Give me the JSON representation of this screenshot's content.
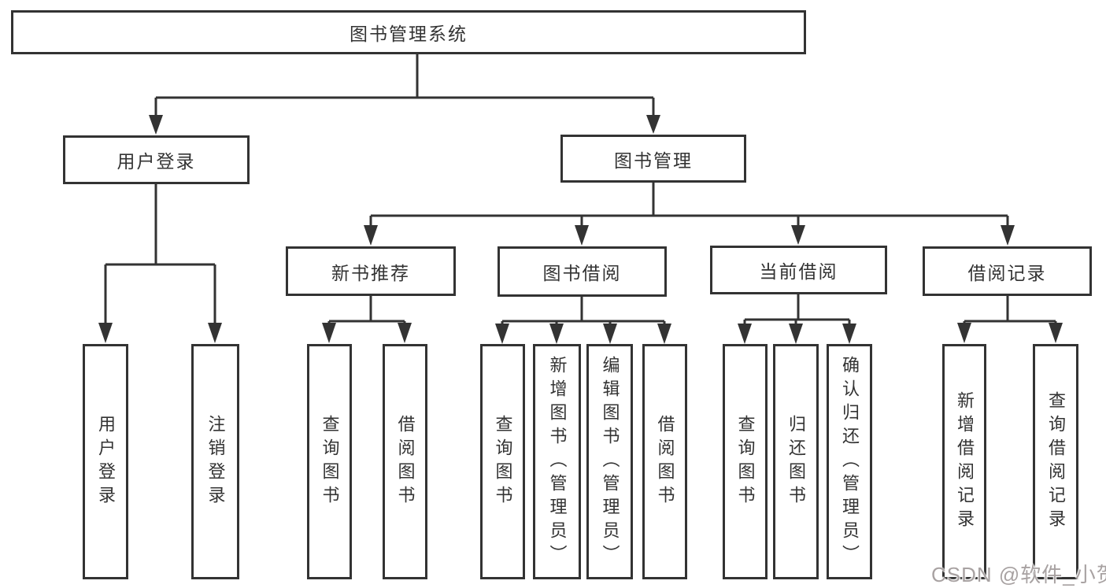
{
  "diagram": {
    "title": "图书管理系统",
    "type": "function-structure-tree"
  },
  "style": {
    "line_color": "#333333",
    "box_border_color": "#333333",
    "text_color": "#333333",
    "background": "#ffffff",
    "watermark_color": "#a8a2a2"
  },
  "tree": {
    "label": "图书管理系统",
    "children": [
      {
        "label": "用户登录",
        "children": [
          {
            "label": "用户登录"
          },
          {
            "label": "注销登录"
          }
        ]
      },
      {
        "label": "图书管理",
        "children": [
          {
            "label": "新书推荐",
            "children": [
              {
                "label": "查询图书"
              },
              {
                "label": "借阅图书"
              }
            ]
          },
          {
            "label": "图书借阅",
            "children": [
              {
                "label": "查询图书"
              },
              {
                "label": "新增图书（管理员）"
              },
              {
                "label": "编辑图书（管理员）"
              },
              {
                "label": "借阅图书"
              }
            ]
          },
          {
            "label": "当前借阅",
            "children": [
              {
                "label": "查询图书"
              },
              {
                "label": "归还图书"
              },
              {
                "label": "确认归还（管理员）"
              }
            ]
          },
          {
            "label": "借阅记录",
            "children": [
              {
                "label": "新增借阅记录"
              },
              {
                "label": "查询借阅记录"
              }
            ]
          }
        ]
      }
    ]
  },
  "watermark": {
    "text": "CSDN @软件_小贺同学"
  }
}
